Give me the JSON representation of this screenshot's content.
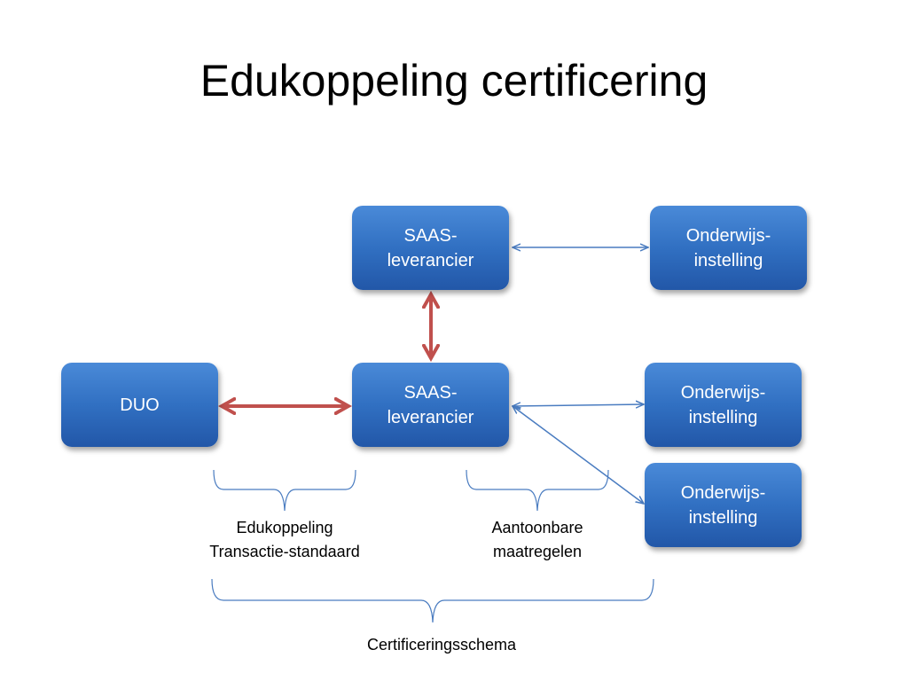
{
  "title": "Edukoppeling certificering",
  "nodes": {
    "saas_top": {
      "line1": "SAAS-",
      "line2": "leverancier"
    },
    "onderwijs_top": {
      "line1": "Onderwijs-",
      "line2": "instelling"
    },
    "duo": {
      "line1": "DUO"
    },
    "saas_mid": {
      "line1": "SAAS-",
      "line2": "leverancier"
    },
    "onderwijs_mid": {
      "line1": "Onderwijs-",
      "line2": "instelling"
    },
    "onderwijs_bottom": {
      "line1": "Onderwijs-",
      "line2": "instelling"
    }
  },
  "brace_labels": {
    "edukoppeling": {
      "line1": "Edukoppeling",
      "line2": "Transactie-standaard"
    },
    "aantoonbare": {
      "line1": "Aantoonbare",
      "line2": "maatregelen"
    },
    "certificering": {
      "line1": "Certificeringsschema"
    }
  },
  "colors": {
    "box_fill": "#3a78c8",
    "thin_connector": "#4a7cc0",
    "thick_connector": "#c0504d",
    "brace": "#4a7cc0"
  }
}
